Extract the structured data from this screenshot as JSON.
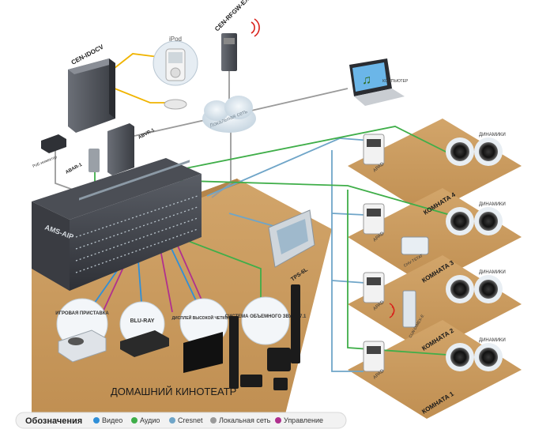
{
  "labels": {
    "cen_idocv": "CEN-IDOCV",
    "cen_rfgw": "CEN-RFGW-EX",
    "ipod": "iPod",
    "lan_cloud": "Локальная сеть",
    "computer": "КОМПЬЮТЕР",
    "poe_injector": "PoE-инжектор",
    "abvr1": "ABVR-1",
    "abvr1_left": "ABAR-1",
    "ams_aip": "AMS-AIP",
    "tps": "TPS-6L",
    "game_console": "ИГРОВАЯ ПРИСТАВКА",
    "bluray": "BLU-RAY",
    "hd_display": "ДИСПЛЕЙ ВЫСОКОЙ ЧЕТКОСТИ",
    "surround": "СИСТЕМА ОБЪЕМНОГО ЗВУКА 7.1",
    "home_theater": "ДОМАШНИЙ КИНОТЕАТР",
    "apad": "APAD",
    "speakers": "ДИНАМИКИ",
    "chv_tstat": "CHV-TSTAT",
    "clw_dimex": "CLW-DIMEX-E"
  },
  "rooms": [
    {
      "label": "КОМНАТА 4"
    },
    {
      "label": "КОМНАТА 3"
    },
    {
      "label": "КОМНАТА 2"
    },
    {
      "label": "КОМНАТА 1"
    }
  ],
  "legend": {
    "title": "Обозначения",
    "items": [
      {
        "label": "Видео",
        "color": "#2f8fd8"
      },
      {
        "label": "Аудио",
        "color": "#3fae49"
      },
      {
        "label": "Cresnet",
        "color": "#6fa5c8"
      },
      {
        "label": "Локальная сеть",
        "color": "#9a9a9a"
      },
      {
        "label": "Управление",
        "color": "#b0308e"
      }
    ]
  },
  "colors": {
    "floor": "#c99a5e",
    "floor_dark": "#a87a44",
    "video": "#2f8fd8",
    "audio": "#3fae49",
    "cresnet": "#6fa5c8",
    "lan": "#9a9a9a",
    "control": "#b0308e",
    "ipod_cable": "#f0b400"
  }
}
